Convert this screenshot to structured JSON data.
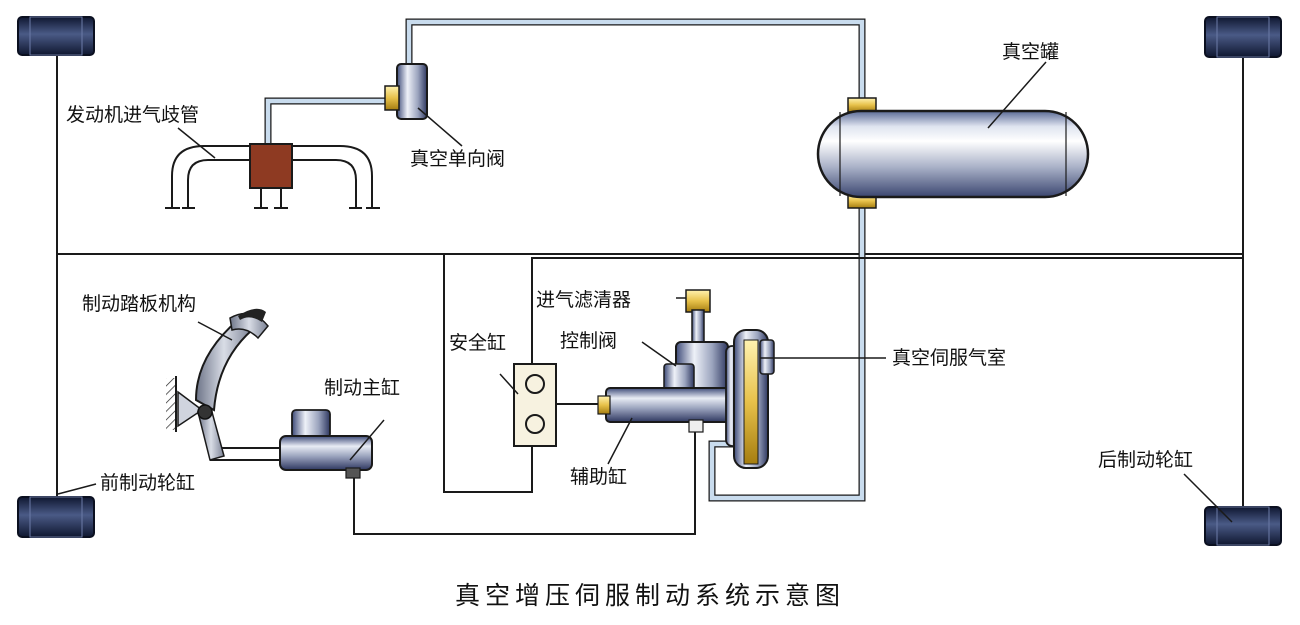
{
  "title": "真空增压伺服制动系统示意图",
  "labels": {
    "vacuum_tank": "真空罐",
    "intake_manifold": "发动机进气歧管",
    "check_valve": "真空单向阀",
    "brake_pedal": "制动踏板机构",
    "safety_cylinder": "安全缸",
    "intake_filter": "进气滤清器",
    "control_valve": "控制阀",
    "servo_chamber": "真空伺服气室",
    "master_cylinder": "制动主缸",
    "front_wheel_cylinder": "前制动轮缸",
    "auxiliary_cylinder": "辅助缸",
    "rear_wheel_cylinder": "后制动轮缸"
  },
  "colors": {
    "line": "#1a1a1a",
    "vacuum_pipe": "#b8cfe6",
    "wheel": "#1c2a4a",
    "brass": "#e7c14a",
    "block": "#8e3a22",
    "tank": "#c6ccdc"
  }
}
